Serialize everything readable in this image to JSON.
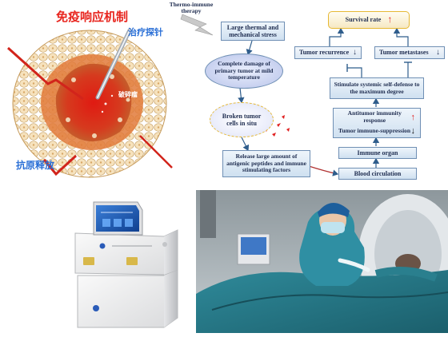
{
  "illustration": {
    "title": "免疫响应机制",
    "probe_label": "治疗探针",
    "fragment_label": "破碎瘤",
    "antigen_label": "抗原释放"
  },
  "flow": {
    "therapy_title": "Thermo-immune therapy",
    "stress": "Large thermal and mechanical stress",
    "damage": "Complete damage of primary tumor at mild temperature",
    "broken": "Broken tumor cells in situ",
    "release": "Release large amount of antigenic peptides and immune stimulating factors",
    "blood": "Blood circulation",
    "organ": "Immune organ",
    "immunity": "Antitumor immunity response",
    "suppression": "Tumor immune-suppression",
    "stimulate": "Stimulate systemic self-defense to the maximum degree",
    "recurrence": "Tumor recurrence",
    "metastases": "Tumor metastases",
    "survival": "Survival rate"
  },
  "colors": {
    "box_border": "#6f8fb4",
    "arrow": "#2f5d8c",
    "up_arrow": "#e02020",
    "tumor_red": "#d8281c",
    "cn_red": "#e8251e",
    "cn_blue": "#2a6fd6"
  }
}
